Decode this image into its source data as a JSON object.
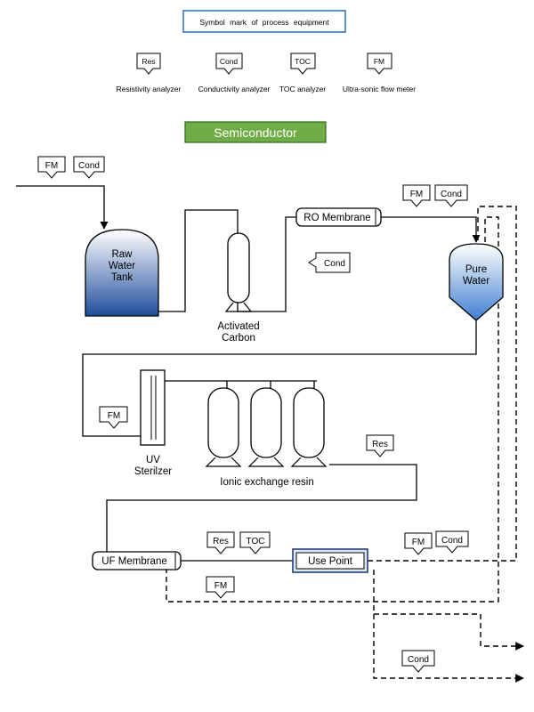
{
  "legend": {
    "title": "Symbol mark of process equipment",
    "items": [
      {
        "code": "Res",
        "label": "Resistivity analyzer"
      },
      {
        "code": "Cond",
        "label": "Conductivity analyzer"
      },
      {
        "code": "TOC",
        "label": "TOC analyzer"
      },
      {
        "code": "FM",
        "label": "Ultra-sonic flow meter"
      }
    ]
  },
  "section_label": "Semiconductor",
  "equipment": {
    "raw_tank": [
      "Raw",
      "Water",
      "Tank"
    ],
    "activated_carbon": [
      "Activated",
      "Carbon"
    ],
    "ro_membrane": "RO Membrane",
    "pure_water": [
      "Pure",
      "Water"
    ],
    "uv_sterilizer": [
      "UV",
      "Sterilzer"
    ],
    "ion_exchange": "Ionic exchange resin",
    "uf_membrane": "UF Membrane",
    "use_point": "Use Point"
  },
  "instrument_codes": {
    "fm": "FM",
    "cond": "Cond",
    "res": "Res",
    "toc": "TOC"
  },
  "colors": {
    "legend_border": "#2a6ebb",
    "section_fill": "#70ad47",
    "section_border": "#2e6b1f",
    "liquid": "#1f4e9c",
    "use_point_border": "#1f3f7a"
  }
}
